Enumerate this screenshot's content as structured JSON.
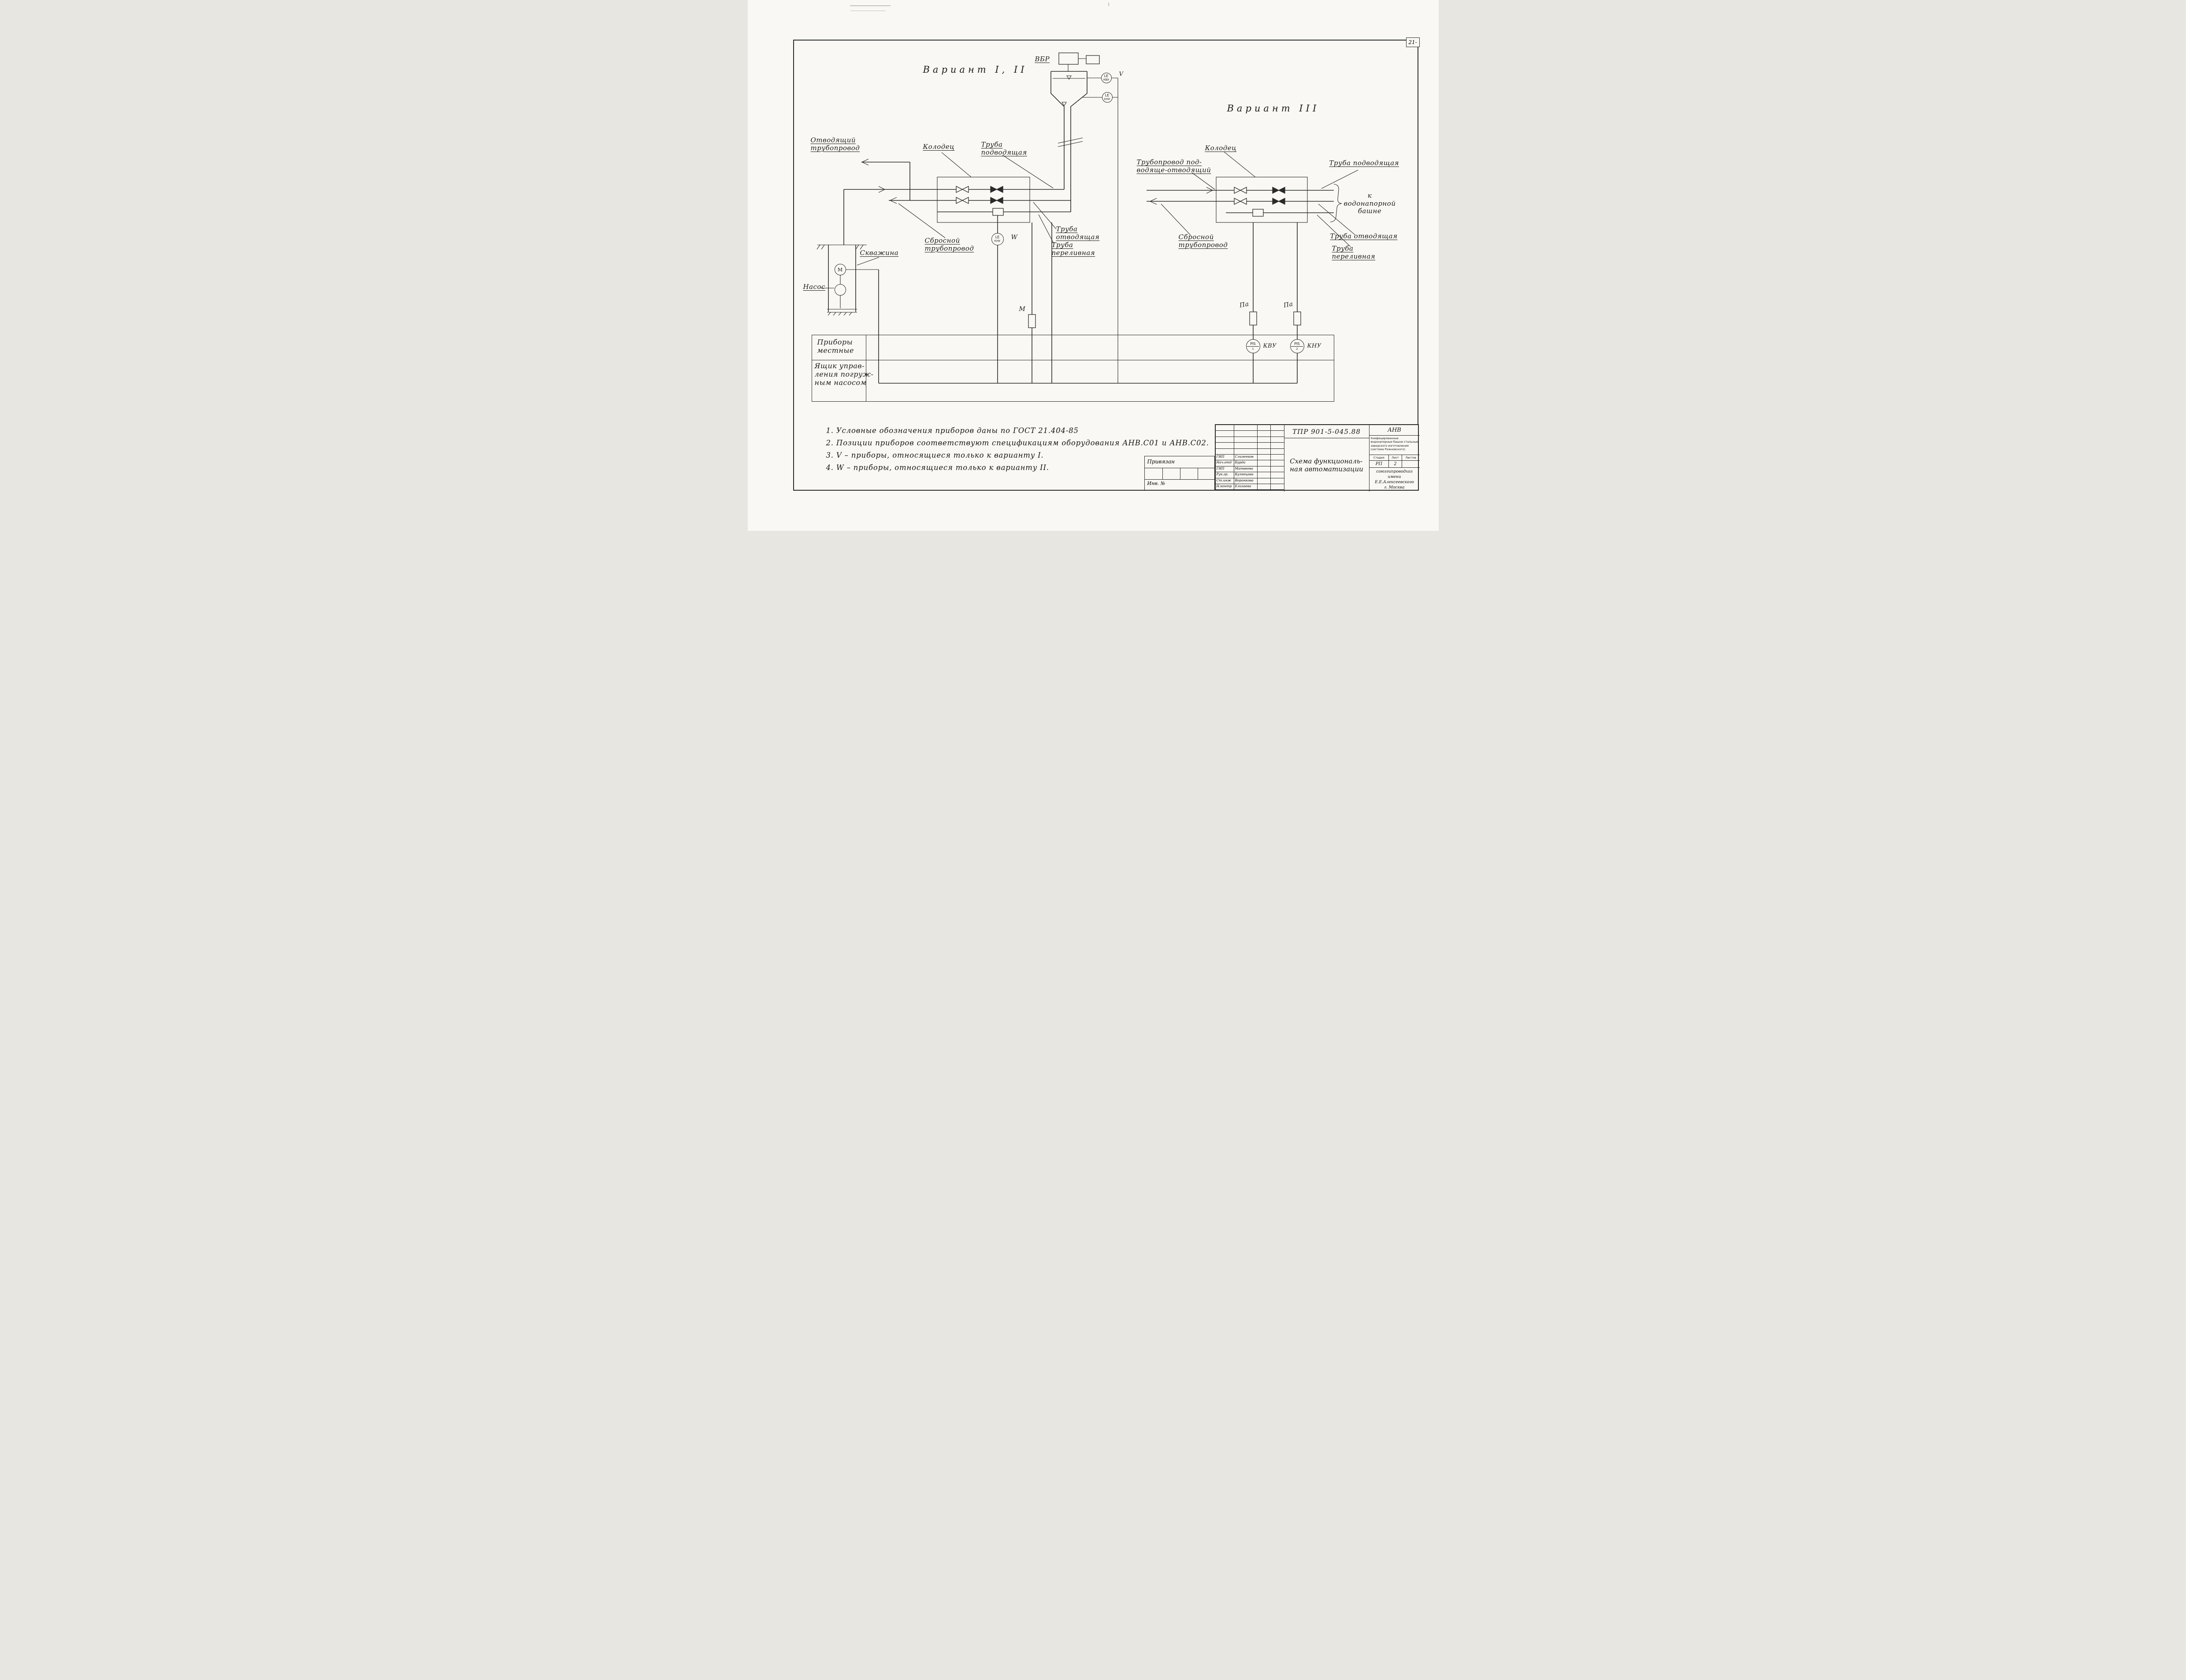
{
  "sheet": {
    "page_number": "21-"
  },
  "variants": {
    "v12_title": "Вариант I, II",
    "v3_title": "Вариант III"
  },
  "tank": {
    "vbr_label": "ВБР"
  },
  "instruments": {
    "le_kvu": {
      "line1": "LE",
      "line2": "КВУ"
    },
    "le_knu": {
      "line1": "LE",
      "line2": "КНУ"
    },
    "le_knu_w": {
      "line1": "LE",
      "line2": "КНУ"
    },
    "v_mark": "V",
    "w_mark": "W",
    "m_mark": "М",
    "motor": "М",
    "pa1": "Па",
    "pa2": "Па",
    "pis1": {
      "line1": "PIS",
      "line2": "1",
      "label": "КВУ"
    },
    "pis2": {
      "line1": "PIS",
      "line2": "2",
      "label": "КНУ"
    }
  },
  "left_labels": {
    "otvod": "Отводящий\nтрубопровод",
    "kolodets": "Колодец",
    "truba_podvod": "Труба\nподводящая",
    "truba_otvod": "Труба\nотводящая",
    "truba_pereliv": "Труба\nпереливная",
    "sbros": "Сбросной\nтрубопровод",
    "skvazhina": "Скважина",
    "nasos": "Насос"
  },
  "right_labels": {
    "truboprovod": "Трубопровод под-\nводяще-отводящий",
    "kolodets": "Колодец",
    "truba_podvod": "Труба подводящая",
    "k_bashne": "к водонапорной\nбашне",
    "truba_otvod": "Труба отводящая",
    "truba_pereliv": "Труба\nпереливная",
    "sbros": "Сбросной\nтрубопровод"
  },
  "table": {
    "row1_label": "Приборы\nместные",
    "row2_label": "Ящик управ-\nления погруж-\nным насосом"
  },
  "notes": [
    "1. Условные обозначения приборов даны по ГОСТ 21.404-85",
    "2. Позиции приборов соответствуют спецификациям оборудования АНВ.С01 и АНВ.С02.",
    "3. V – приборы, относящиеся только к варианту I.",
    "4. W – приборы, относящиеся только к варианту II."
  ],
  "title_block": {
    "doc_number": "ТПР 901-5-045.88",
    "code": "АНВ",
    "project_title": "Унифицированные водонапорные башни стальные заводского изготовления (система Рожновского)",
    "drawing_title": "Схема функциональ-\nная автоматизации",
    "stage_header": "Стадия",
    "sheet_header": "Лист",
    "sheets_header": "Листов",
    "stage": "РП",
    "sheet": "2",
    "org_line1": "союзгипроводхоз",
    "org_line2": "имени Е.Е.Алексеевского",
    "org_line3": "г. Москва",
    "privyazan": "Привязан",
    "inv_no": "Инв. №",
    "signatures": [
      {
        "role": "ГИП",
        "name": "Слизенков"
      },
      {
        "role": "Нач.отд",
        "name": "Бурда"
      },
      {
        "role": "ГИП",
        "name": "Матвеева"
      },
      {
        "role": "Рук.гр.",
        "name": "Кузнецова"
      },
      {
        "role": "Ст.инж",
        "name": "Воронкова"
      },
      {
        "role": "Н.контр",
        "name": "Елизаева"
      }
    ]
  }
}
